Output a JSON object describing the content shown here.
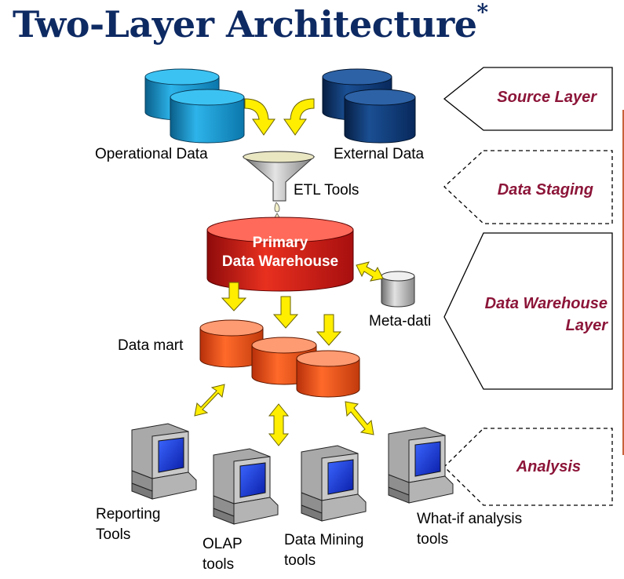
{
  "title": {
    "text": "Two-Layer Architecture",
    "mark": "*"
  },
  "sources": {
    "operational": "Operational Data",
    "external": "External Data"
  },
  "staging": {
    "etl": "ETL Tools"
  },
  "warehouse": {
    "primary_line1": "Primary",
    "primary_line2": "Data Warehouse",
    "metadata": "Meta-dati",
    "datamart": "Data mart"
  },
  "tools": {
    "reporting": [
      "Reporting",
      "Tools"
    ],
    "olap": [
      "OLAP",
      "tools"
    ],
    "datamining": [
      "Data Mining",
      "tools"
    ],
    "whatif": [
      "What-if analysis",
      "tools"
    ]
  },
  "layers": {
    "source": "Source Layer",
    "staging": "Data Staging",
    "dw_line1": "Data Warehouse",
    "dw_line2": "Layer",
    "analysis": "Analysis"
  },
  "colors": {
    "title": "#0e2a63",
    "layer_text": "#8c1539",
    "arrow": "#ffee00",
    "operational_db": "#1e9fd4",
    "external_db": "#0b3a78",
    "primary_dw": "#d41b1b",
    "datamart": "#f24d12"
  }
}
